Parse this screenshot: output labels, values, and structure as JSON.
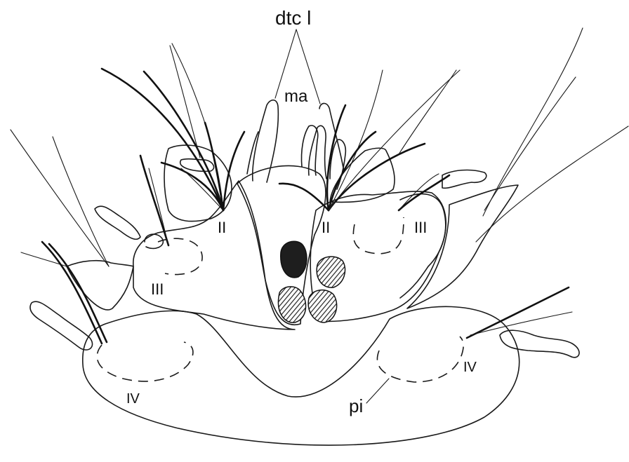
{
  "labels": {
    "dtc": "dtc l",
    "ma": "ma",
    "leg_II_left": "II",
    "leg_II_right": "II",
    "leg_III_left": "III",
    "leg_III_right": "III",
    "leg_IV_left": "IV",
    "leg_IV_right": "IV",
    "pi": "pi"
  },
  "colors": {
    "ink": "#1a1a1a",
    "background": "#ffffff"
  }
}
